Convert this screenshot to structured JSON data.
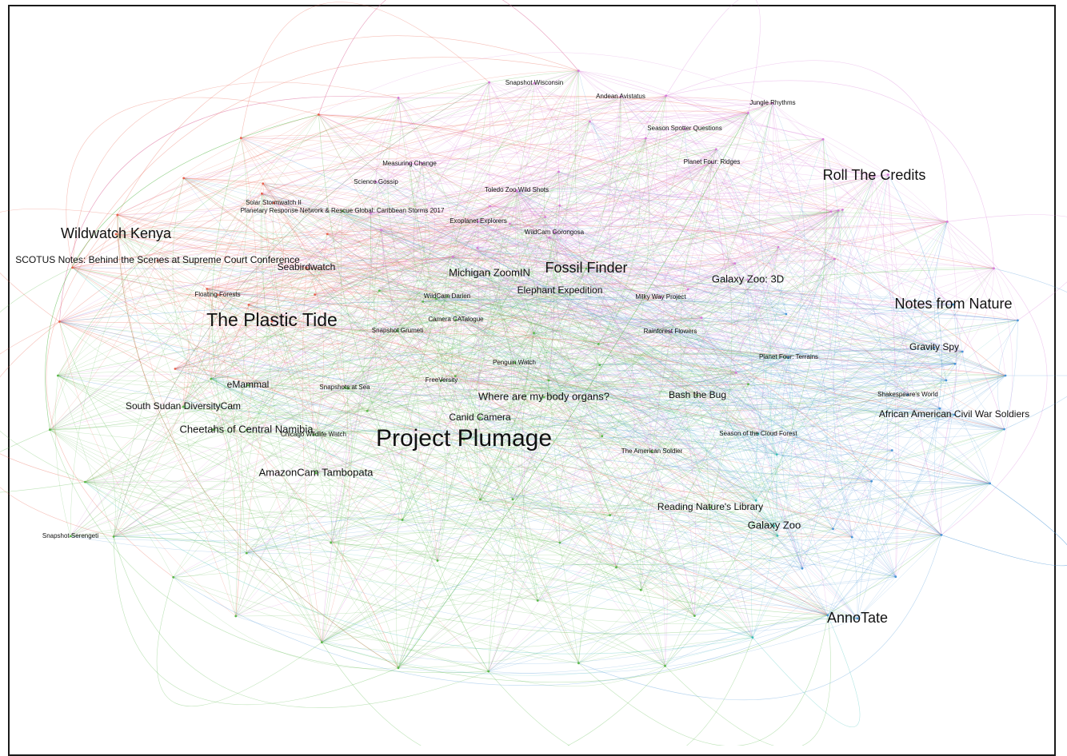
{
  "colors": {
    "red": "#e8604c",
    "green": "#5bb84a",
    "magenta": "#d77ad8",
    "blue": "#4a96d8",
    "teal": "#3fc0b8",
    "frame": "#1a1a1a",
    "label": "#111111"
  },
  "network": {
    "labels": [
      {
        "id": "project-plumage",
        "text": "Project Plumage",
        "weight": "xl"
      },
      {
        "id": "the-plastic-tide",
        "text": "The Plastic Tide",
        "weight": "l"
      },
      {
        "id": "wildwatch-kenya",
        "text": "Wildwatch Kenya",
        "weight": "m"
      },
      {
        "id": "roll-the-credits",
        "text": "Roll The Credits",
        "weight": "m"
      },
      {
        "id": "notes-from-nature",
        "text": "Notes from Nature",
        "weight": "m"
      },
      {
        "id": "annotate",
        "text": "AnnoTate",
        "weight": "m"
      },
      {
        "id": "fossil-finder",
        "text": "Fossil Finder",
        "weight": "m"
      },
      {
        "id": "amazoncam-tambopata",
        "text": "AmazonCam Tambopata",
        "weight": "s"
      },
      {
        "id": "cheetahs-namibia",
        "text": "Cheetahs of Central Namibia",
        "weight": "s"
      },
      {
        "id": "where-body-organs",
        "text": "Where are my body organs?",
        "weight": "s"
      },
      {
        "id": "galaxy-zoo-3d",
        "text": "Galaxy Zoo: 3D",
        "weight": "s"
      },
      {
        "id": "galaxy-zoo",
        "text": "Galaxy Zoo",
        "weight": "s"
      },
      {
        "id": "michigan-zoomin",
        "text": "Michigan ZoomIN",
        "weight": "s"
      },
      {
        "id": "elephant-expedition",
        "text": "Elephant Expedition",
        "weight": "xs"
      },
      {
        "id": "seabirdwatch",
        "text": "Seabirdwatch",
        "weight": "xs"
      },
      {
        "id": "emammal",
        "text": "eMammal",
        "weight": "xs"
      },
      {
        "id": "african-american-civil-war",
        "text": "African American Civil War Soldiers",
        "weight": "xs"
      },
      {
        "id": "reading-natures-library",
        "text": "Reading Nature's Library",
        "weight": "xs"
      },
      {
        "id": "gravity-spy",
        "text": "Gravity Spy",
        "weight": "xs"
      },
      {
        "id": "scotus-notes",
        "text": "SCOTUS Notes: Behind the Scenes at Supreme Court Conference",
        "weight": "xs"
      },
      {
        "id": "canid-camera",
        "text": "Canid Camera",
        "weight": "xs"
      },
      {
        "id": "bash-the-bug",
        "text": "Bash the Bug",
        "weight": "xs"
      },
      {
        "id": "south-sudan-diversitycam",
        "text": "South Sudan DiversityCam",
        "weight": "xs"
      },
      {
        "id": "chicago-wildlife-watch",
        "text": "Chicago Wildlife Watch",
        "weight": "xxs"
      },
      {
        "id": "snapshots-at-sea",
        "text": "Snapshots at Sea",
        "weight": "xxs"
      },
      {
        "id": "toledo-zoo",
        "text": "Toledo Zoo Wild Shots",
        "weight": "xxs"
      },
      {
        "id": "jungle-rhythms",
        "text": "Jungle Rhythms",
        "weight": "xxs"
      },
      {
        "id": "rainforest-flowers",
        "text": "Rainforest Flowers",
        "weight": "xxs"
      },
      {
        "id": "exoplanet-explorers",
        "text": "Exoplanet Explorers",
        "weight": "xxs"
      },
      {
        "id": "solar-stormwatch",
        "text": "Solar Stormwatch II",
        "weight": "xxs"
      },
      {
        "id": "planetary-response",
        "text": "Planetary Response Network & Rescue Global: Caribbean Storms 2017",
        "weight": "xxs"
      },
      {
        "id": "snapshot-serengeti",
        "text": "Snapshot Serengeti",
        "weight": "xxs"
      },
      {
        "id": "snapshot-wisconsin",
        "text": "Snapshot Wisconsin",
        "weight": "xxs"
      },
      {
        "id": "shakespeares-world",
        "text": "Shakespeare's World",
        "weight": "xxs"
      },
      {
        "id": "snapshot-grumeti",
        "text": "Snapshot Grumeti",
        "weight": "xxs"
      },
      {
        "id": "camera-catalogue",
        "text": "Camera CATalogue",
        "weight": "xxs"
      },
      {
        "id": "wildcam-darien",
        "text": "WildCam Darien",
        "weight": "xxs"
      },
      {
        "id": "penguin-watch",
        "text": "Penguin Watch",
        "weight": "xxs"
      },
      {
        "id": "floating-forests",
        "text": "Floating Forests",
        "weight": "xxs"
      },
      {
        "id": "season-spotter",
        "text": "Season Spotter Questions",
        "weight": "xxs"
      },
      {
        "id": "fossil-finder-small",
        "text": "Planet Four: Ridges",
        "weight": "xxs"
      },
      {
        "id": "science-gossip",
        "text": "Science Gossip",
        "weight": "xxs"
      },
      {
        "id": "freevolley",
        "text": "FreeVersity",
        "weight": "xxs"
      },
      {
        "id": "andean-unit",
        "text": "Andean Avistatus",
        "weight": "xxs"
      },
      {
        "id": "seasons-of-the-cloud",
        "text": "Season of the Cloud Forest",
        "weight": "xxs"
      },
      {
        "id": "the-american-soldier",
        "text": "The American Soldier",
        "weight": "xxs"
      },
      {
        "id": "planet-four-terrains",
        "text": "Planet Four: Terrains",
        "weight": "xxs"
      },
      {
        "id": "wildcam-gorongosa",
        "text": "WildCam Gorongosa",
        "weight": "xxs"
      },
      {
        "id": "measuring-change",
        "text": "Measuring Change",
        "weight": "xxs"
      },
      {
        "id": "mass-moments",
        "text": "Milky Way Project",
        "weight": "xxs"
      }
    ]
  }
}
